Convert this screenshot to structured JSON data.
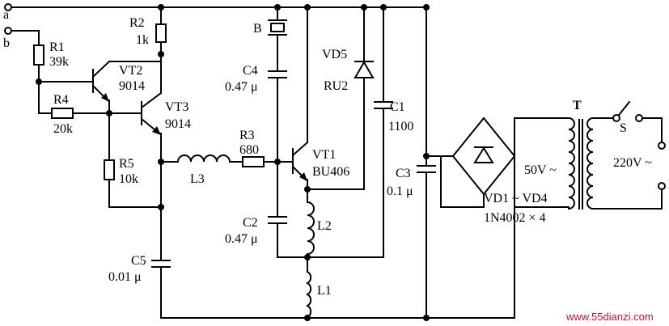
{
  "terminals": {
    "a": "a",
    "b": "b"
  },
  "components": {
    "R1": {
      "name": "R1",
      "value": "39k"
    },
    "R2": {
      "name": "R2",
      "value": "1k"
    },
    "R3": {
      "name": "R3",
      "value": "680"
    },
    "R4": {
      "name": "R4",
      "value": "20k"
    },
    "R5": {
      "name": "R5",
      "value": "10k"
    },
    "VT1": {
      "name": "VT1",
      "value": "BU406"
    },
    "VT2": {
      "name": "VT2",
      "value": "9014"
    },
    "VT3": {
      "name": "VT3",
      "value": "9014"
    },
    "C1": {
      "name": "C1",
      "value": "1100"
    },
    "C2": {
      "name": "C2",
      "value": "0.47 μ"
    },
    "C3": {
      "name": "C3",
      "value": "0.1 μ"
    },
    "C4": {
      "name": "C4",
      "value": "0.47 μ"
    },
    "C5": {
      "name": "C5",
      "value": "0.01 μ"
    },
    "L1": {
      "name": "L1"
    },
    "L2": {
      "name": "L2"
    },
    "L3": {
      "name": "L3"
    },
    "B": {
      "name": "B"
    },
    "VD5": {
      "name": "VD5",
      "value": "RU2"
    },
    "T": {
      "name": "T",
      "secondary": "50V ~",
      "primary": "220V ~"
    },
    "S": {
      "name": "S"
    },
    "bridge": {
      "name": "VD1 ~ VD4",
      "value": "1N4002 × 4"
    }
  },
  "watermark": "www.55dianzi.com",
  "colors": {
    "ink": "#000000",
    "watermark": "#c8102e",
    "background": "#ffffff"
  }
}
